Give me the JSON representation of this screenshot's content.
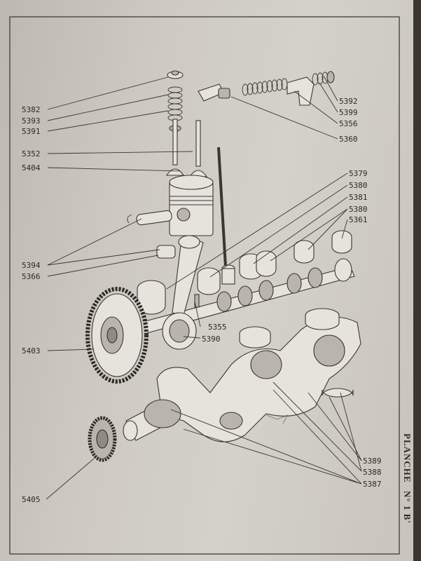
{
  "plate_title": "PLANCHE",
  "plate_no": "N° 1 B'",
  "callouts": [
    {
      "id": "c5382",
      "text": "5382"
    },
    {
      "id": "c5393",
      "text": "5393"
    },
    {
      "id": "c5391",
      "text": "5391"
    },
    {
      "id": "c5352",
      "text": "5352"
    },
    {
      "id": "c5404",
      "text": "5404"
    },
    {
      "id": "c5392",
      "text": "5392"
    },
    {
      "id": "c5399",
      "text": "5399"
    },
    {
      "id": "c5356",
      "text": "5356"
    },
    {
      "id": "c5360",
      "text": "5360"
    },
    {
      "id": "c5379",
      "text": "5379"
    },
    {
      "id": "c5380a",
      "text": "5380"
    },
    {
      "id": "c5381",
      "text": "5381"
    },
    {
      "id": "c5380b",
      "text": "5380"
    },
    {
      "id": "c5361",
      "text": "5361"
    },
    {
      "id": "c5394",
      "text": "5394"
    },
    {
      "id": "c5366",
      "text": "5366"
    },
    {
      "id": "c5355",
      "text": "5355"
    },
    {
      "id": "c5390",
      "text": "5390"
    },
    {
      "id": "c5403",
      "text": "5403"
    },
    {
      "id": "c5389",
      "text": "5389"
    },
    {
      "id": "c5388",
      "text": "5388"
    },
    {
      "id": "c5387",
      "text": "5387"
    },
    {
      "id": "c5405",
      "text": "5405"
    }
  ]
}
